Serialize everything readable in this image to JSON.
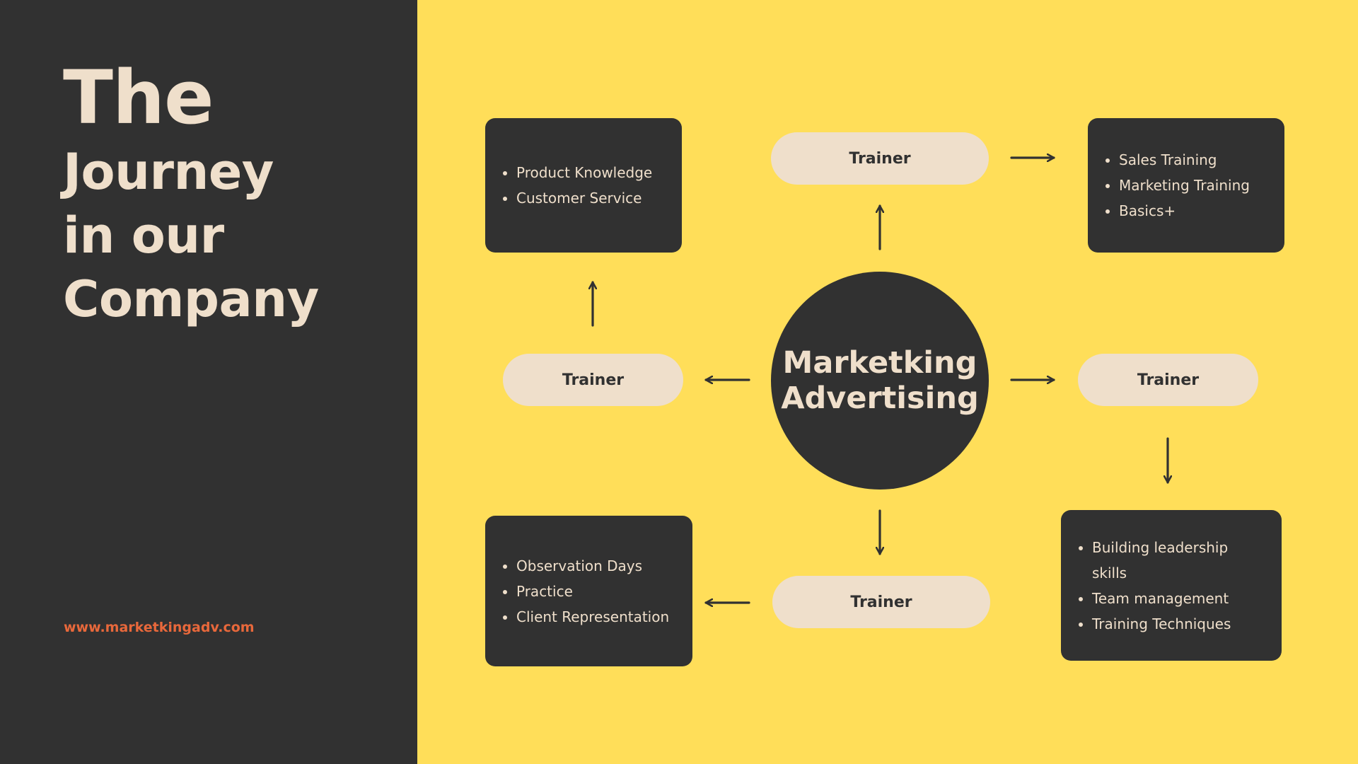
{
  "title": {
    "line1": "The",
    "line2": "Journey",
    "line3": "in our",
    "line4": "Company"
  },
  "website": "www.marketkingadv.com",
  "center": {
    "line1": "Marketking",
    "line2": "Advertising"
  },
  "trainers": {
    "top": "Trainer",
    "left": "Trainer",
    "right": "Trainer",
    "bottom": "Trainer"
  },
  "boxes": {
    "top_left": [
      "Product Knowledge",
      "Customer Service"
    ],
    "top_right": [
      "Sales Training",
      "Marketing Training",
      "Basics+"
    ],
    "bottom_left": [
      "Observation Days",
      "Practice",
      "Client Representation"
    ],
    "bottom_right": [
      "Building leadership skills",
      "Team management",
      "Training Techniques"
    ]
  },
  "colors": {
    "dark": "#313131",
    "yellow": "#ffde59",
    "cream": "#efdfcb",
    "accent": "#e8683b"
  }
}
